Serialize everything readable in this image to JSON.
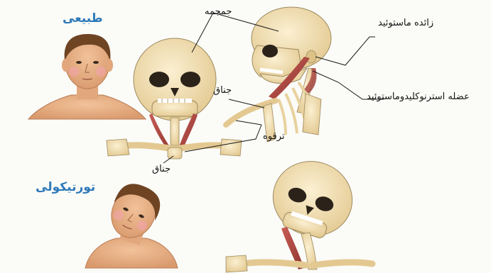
{
  "titles": {
    "normal": "طبیعی",
    "torticollis": "تورتیکولی"
  },
  "labels": {
    "skull": "جمجمه",
    "mastoid_process": "زائده ماستوئید",
    "sternum_side": "جناق",
    "sternocleidomastoid": "عضله استرنوکلیدوماستوئید",
    "clavicle": "ترقوه",
    "sternum_front": "جناق"
  },
  "colors": {
    "bone": "#efdcaf",
    "muscle": "#b24a43",
    "skin": "#e0a57b",
    "hair": "#6e4423",
    "title": "#2f7ab8"
  }
}
